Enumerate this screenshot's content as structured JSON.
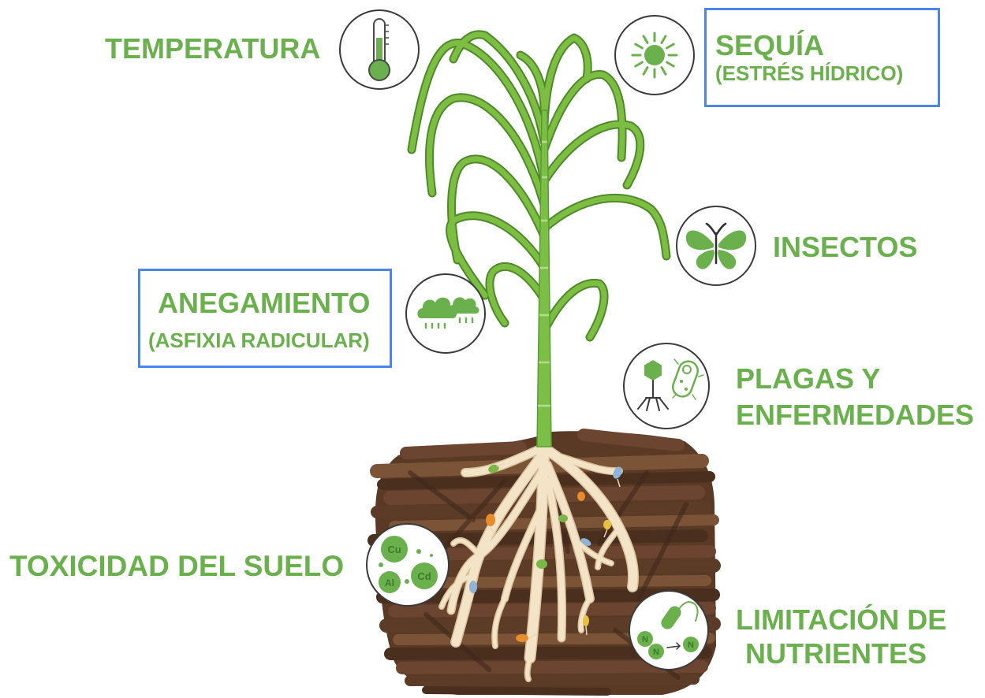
{
  "diagram": {
    "colors": {
      "label_green": "#6ab04c",
      "box_border": "#4a86e8",
      "soil_brown": "#5a3925",
      "root_cream": "#f3e3c7",
      "stem_green": "#7cbf47"
    },
    "factors": {
      "temperatura": {
        "label": "TEMPERATURA",
        "icon": "thermometer-icon"
      },
      "sequia": {
        "title": "SEQUÍA",
        "subtitle": "(ESTRÉS HÍDRICO)",
        "icon": "sun-icon",
        "highlighted": true
      },
      "insectos": {
        "label": "INSECTOS",
        "icon": "butterfly-icon"
      },
      "anegamiento": {
        "title": "ANEGAMIENTO",
        "subtitle": "(ASFIXIA RADICULAR)",
        "icon": "rain-cloud-icon",
        "highlighted": true
      },
      "plagas": {
        "line1": "PLAGAS Y",
        "line2": "ENFERMEDADES",
        "icon": "virus-bacteria-icon"
      },
      "toxicidad": {
        "label": "TOXICIDAD DEL SUELO",
        "icon": "soil-metals-icon",
        "elements": [
          "Cu",
          "Al",
          "Cd"
        ]
      },
      "limitacion": {
        "line1": "LIMITACIÓN DE",
        "line2": "NUTRIENTES",
        "icon": "nitrogen-bacteria-icon",
        "symbols": [
          "N",
          "N",
          "N"
        ]
      }
    }
  }
}
